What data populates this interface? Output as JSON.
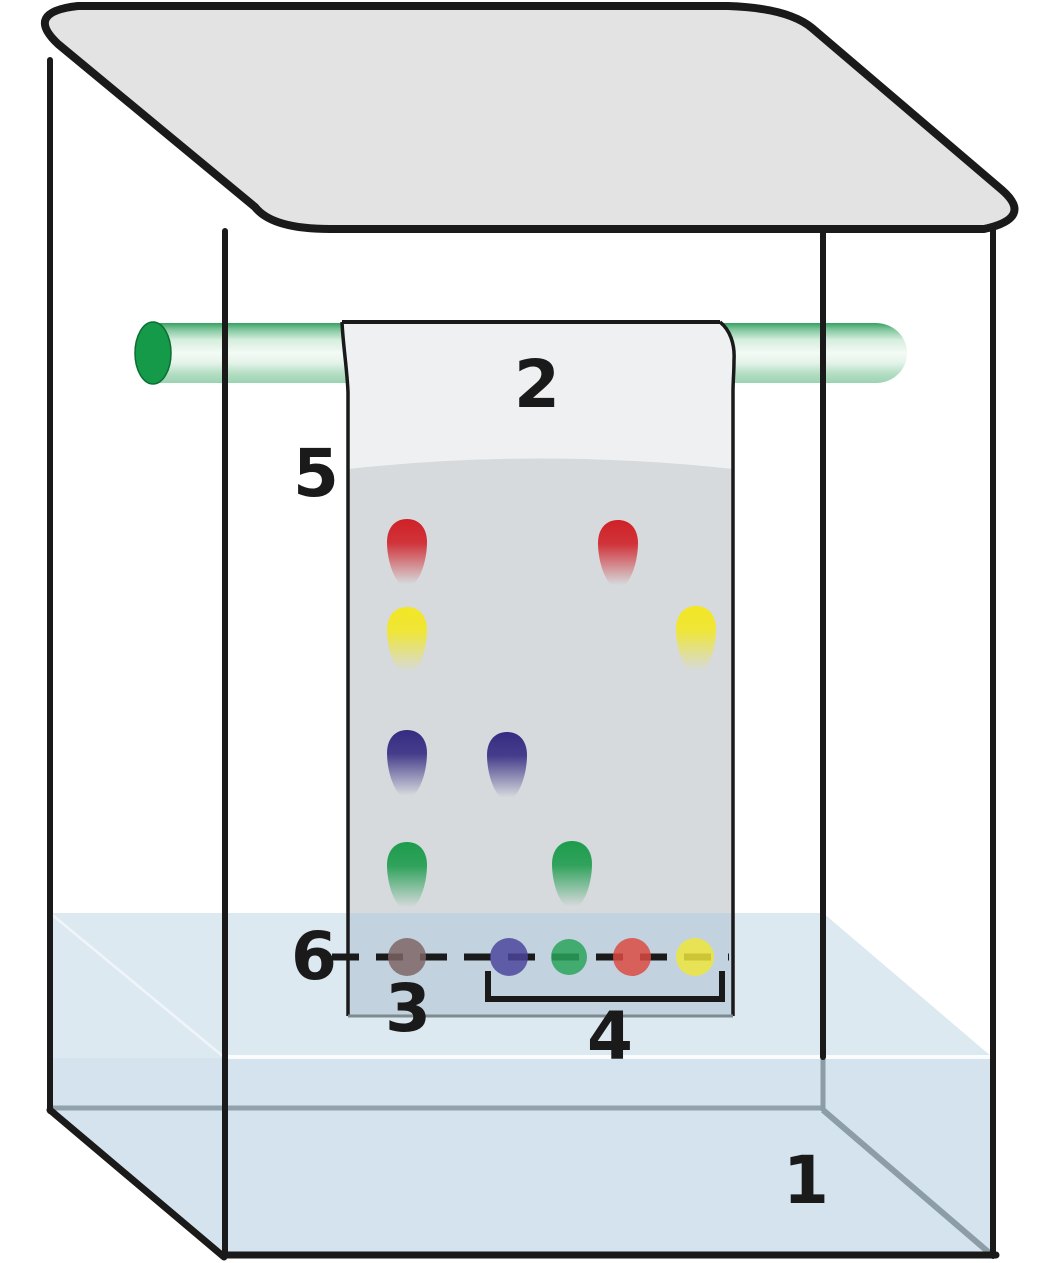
{
  "labels": {
    "solvent": "1",
    "paper": "2",
    "mixture_spot": "3",
    "reference_spots": "4",
    "solvent_front": "5",
    "start_line": "6"
  },
  "colors": {
    "outline": "#1a1a1a",
    "lid": "#e3e3e3",
    "solvent_surface": "#dde9f1",
    "solvent_body": "#d4e3ed",
    "interior_edge_gray": "#8c9da7",
    "rod_top": "#37a160",
    "rod_cap": "#149a48",
    "paper_dry": "#eff0f1",
    "paper_wet": "#d6dadd",
    "paper_submerged_tint": "#aecbe1",
    "spot_red": "#cf2127",
    "spot_yellow": "#f2e724",
    "spot_blue": "#352c82",
    "spot_green": "#1d9c4d",
    "origin_brown": "#7d6464",
    "origin_blue": "#4b459b",
    "origin_green": "#2aa35b",
    "origin_red": "#db4a42",
    "origin_yellow": "#efe63a"
  }
}
